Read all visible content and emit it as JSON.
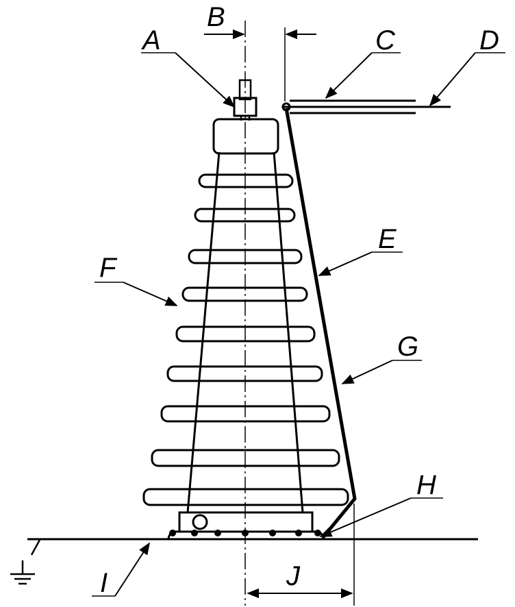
{
  "labels": {
    "A": "A",
    "B": "B",
    "C": "C",
    "D": "D",
    "E": "E",
    "F": "F",
    "G": "G",
    "H": "H",
    "I": "I",
    "J": "J"
  },
  "colors": {
    "ink": "#000000",
    "paper": "#ffffff"
  },
  "icons": [
    "ground-symbol-icon"
  ]
}
